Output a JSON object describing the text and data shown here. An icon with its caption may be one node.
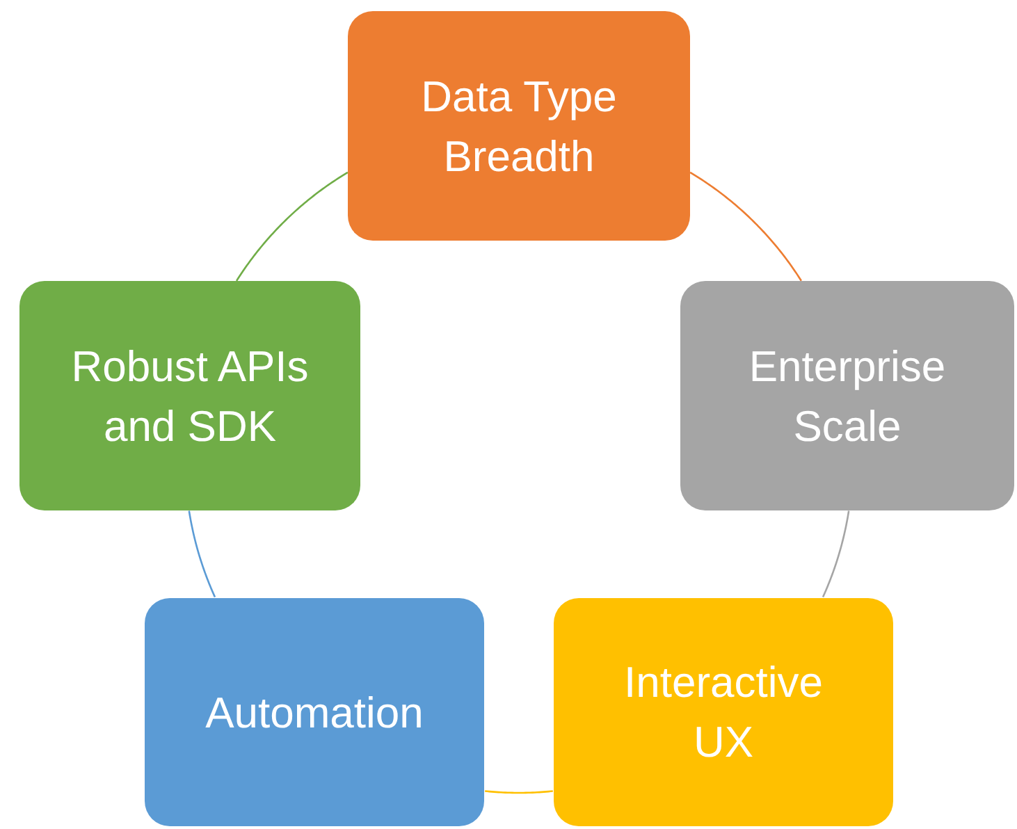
{
  "diagram": {
    "nodes": [
      {
        "text": [
          "Data Type Breadth"
        ]
      },
      {
        "text": [
          "Enterprise Scale"
        ]
      },
      {
        "text": [
          "Interactive UX"
        ]
      },
      {
        "text": [
          "Automation"
        ]
      },
      {
        "text": [
          "Robust APIs and SDK"
        ]
      }
    ],
    "edges": [
      {
        "from": 0,
        "to": 1,
        "arrow": "none",
        "color": "#ed7d31"
      },
      {
        "from": 1,
        "to": 2,
        "arrow": "none",
        "color": "#a5a5a5"
      },
      {
        "from": 2,
        "to": 3,
        "arrow": "none",
        "color": "#ffc000"
      },
      {
        "from": 3,
        "to": 4,
        "arrow": "none",
        "color": "#5b9bd5"
      },
      {
        "from": 4,
        "to": 0,
        "arrow": "none",
        "color": "#70ad47"
      }
    ]
  }
}
